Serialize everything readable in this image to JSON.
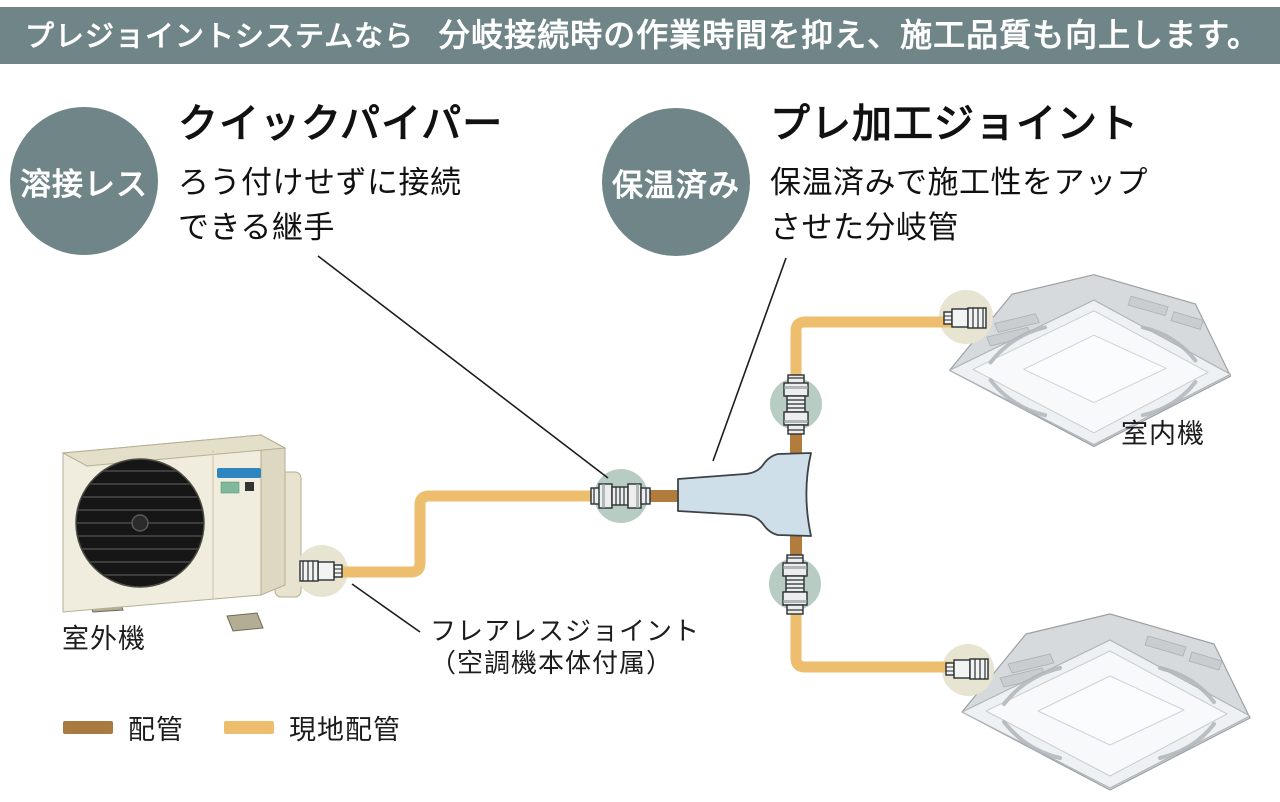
{
  "header": {
    "highlight": "プレジョイントシステムなら",
    "message": "分岐接続時の作業時間を抑え、施工品質も向上します。"
  },
  "features": [
    {
      "badge": "溶接レス",
      "title": "クイックパイパー",
      "description": "ろう付けせずに接続\nできる継手"
    },
    {
      "badge": "保温済み",
      "title": "プレ加工ジョイント",
      "description": "保温済みで施工性をアップ\nさせた分岐管"
    }
  ],
  "diagram": {
    "outdoor_unit_label": "室外機",
    "indoor_unit_label": "室内機",
    "flareless_joint_label": "フレアレスジョイント\n（空調機本体付属）"
  },
  "legend": {
    "items": [
      {
        "label": "配管",
        "color": "#a97a40"
      },
      {
        "label": "現地配管",
        "color": "#ecbe6d"
      }
    ]
  },
  "colors": {
    "header_bar": "#6f8587",
    "badge_circle": "#6f8587",
    "joint_highlight_circle": "#b7cdc4",
    "flareless_highlight_circle": "#e7e4d2",
    "pipe_brown": "#b17c3e",
    "pipe_tan": "#ecbe6d",
    "tjoint_fill": "#cfdfe9"
  }
}
